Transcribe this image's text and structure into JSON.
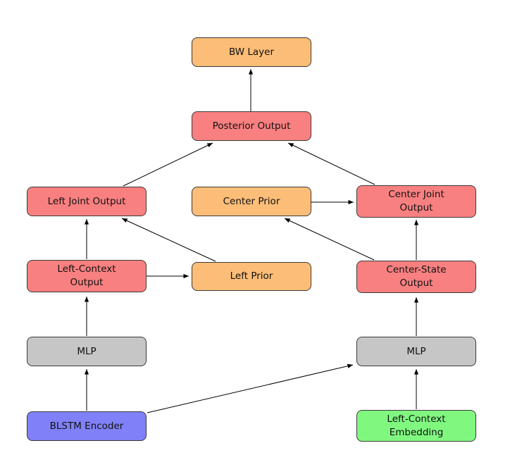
{
  "diagram": {
    "type": "flow-diagram",
    "description_visible_only": "neural network architecture block diagram with arrows flowing bottom-to-top"
  },
  "colors": {
    "orange": "#FBBD77",
    "red": "#F98080",
    "gray": "#C6C6C6",
    "blue": "#8080F8",
    "green": "#80F880",
    "border": "#3A3A3A",
    "arrow": "#000000",
    "background": "#FFFFFF"
  },
  "nodes": {
    "bw_layer": {
      "label": "BW Layer",
      "color": "orange"
    },
    "posterior_output": {
      "label": "Posterior Output",
      "color": "red"
    },
    "left_joint_output": {
      "label": "Left Joint Output",
      "color": "red"
    },
    "center_prior": {
      "label": "Center Prior",
      "color": "orange"
    },
    "center_joint_output": {
      "label": "Center Joint\nOutput",
      "color": "red"
    },
    "left_context_output": {
      "label": "Left-Context\nOutput",
      "color": "red"
    },
    "left_prior": {
      "label": "Left Prior",
      "color": "orange"
    },
    "center_state_output": {
      "label": "Center-State\nOutput",
      "color": "red"
    },
    "mlp_left": {
      "label": "MLP",
      "color": "gray"
    },
    "mlp_right": {
      "label": "MLP",
      "color": "gray"
    },
    "blstm_encoder": {
      "label": "BLSTM Encoder",
      "color": "blue"
    },
    "left_context_embedding": {
      "label": "Left-Context\nEmbedding",
      "color": "green"
    }
  },
  "edges": [
    {
      "from": "posterior_output",
      "to": "bw_layer"
    },
    {
      "from": "left_joint_output",
      "to": "posterior_output"
    },
    {
      "from": "center_joint_output",
      "to": "posterior_output"
    },
    {
      "from": "center_prior",
      "to": "center_joint_output"
    },
    {
      "from": "left_context_output",
      "to": "left_joint_output"
    },
    {
      "from": "left_prior",
      "to": "left_joint_output"
    },
    {
      "from": "left_context_output",
      "to": "left_prior"
    },
    {
      "from": "center_state_output",
      "to": "center_prior"
    },
    {
      "from": "center_state_output",
      "to": "center_joint_output"
    },
    {
      "from": "mlp_left",
      "to": "left_context_output"
    },
    {
      "from": "mlp_right",
      "to": "center_state_output"
    },
    {
      "from": "blstm_encoder",
      "to": "mlp_left"
    },
    {
      "from": "blstm_encoder",
      "to": "mlp_right"
    },
    {
      "from": "left_context_embedding",
      "to": "mlp_right"
    }
  ]
}
